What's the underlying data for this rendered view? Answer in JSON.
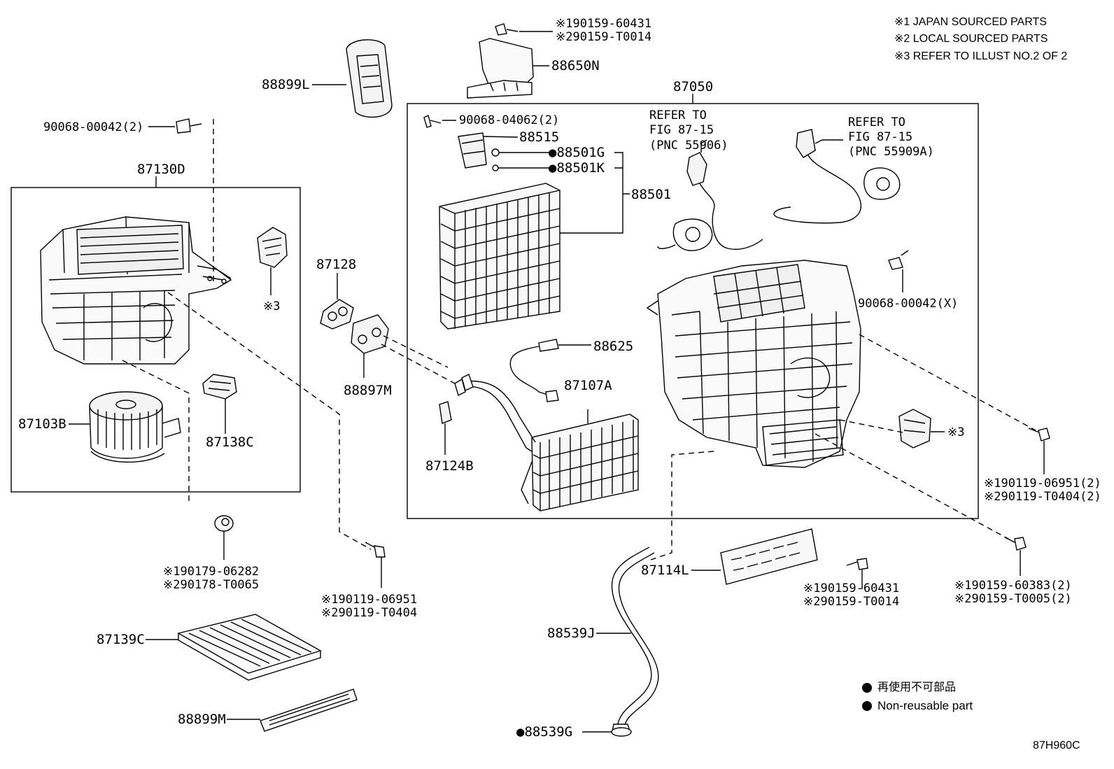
{
  "notes": [
    "※1 JAPAN SOURCED PARTS",
    "※2 LOCAL SOURCED PARTS",
    "※3 REFER TO ILLUST NO.2 OF 2"
  ],
  "legend": {
    "marker": "●",
    "jp": "再使用不可部品",
    "en": "Non-reusable part"
  },
  "illustration_code": "87H960C",
  "labels": {
    "l88899L": "88899L",
    "l90068_00042_2": "90068-00042(2)",
    "l87130D": "87130D",
    "ref3_left": "※3",
    "l87103B": "87103B",
    "l87138C": "87138C",
    "l87128": "87128",
    "l88897M": "88897M",
    "l190179": "※190179-06282",
    "l290178": "※290178-T0065",
    "l190119a": "※190119-06951",
    "l290119a": "※290119-T0404",
    "l87139C": "87139C",
    "l88899M": "88899M",
    "bolt_top_1": "※190159-60431",
    "bolt_top_2": "※290159-T0014",
    "l88650N": "88650N",
    "l87050": "87050",
    "l90068_04062": "90068-04062(2)",
    "l88515": "88515",
    "l88501G": "●88501G",
    "l88501K": "●88501K",
    "l88501": "88501",
    "ref_a_1": "REFER TO",
    "ref_a_2": "FIG 87-15",
    "ref_a_3": "(PNC 55906)",
    "ref_b_1": "REFER TO",
    "ref_b_2": "FIG 87-15",
    "ref_b_3": "(PNC 55909A)",
    "l90068_00042_X": "90068-00042(X)",
    "l88625": "88625",
    "l87107A": "87107A",
    "l87124B": "87124B",
    "ref3_right": "※3",
    "r190119_1": "※190119-06951(2)",
    "r290119_2": "※290119-T0404(2)",
    "l87114L": "87114L",
    "m190159": "※190159-60431",
    "m290159": "※290159-T0014",
    "r190159": "※190159-60383(2)",
    "r290159": "※290159-T0005(2)",
    "l88539J": "88539J",
    "l88539G": "●88539G"
  }
}
